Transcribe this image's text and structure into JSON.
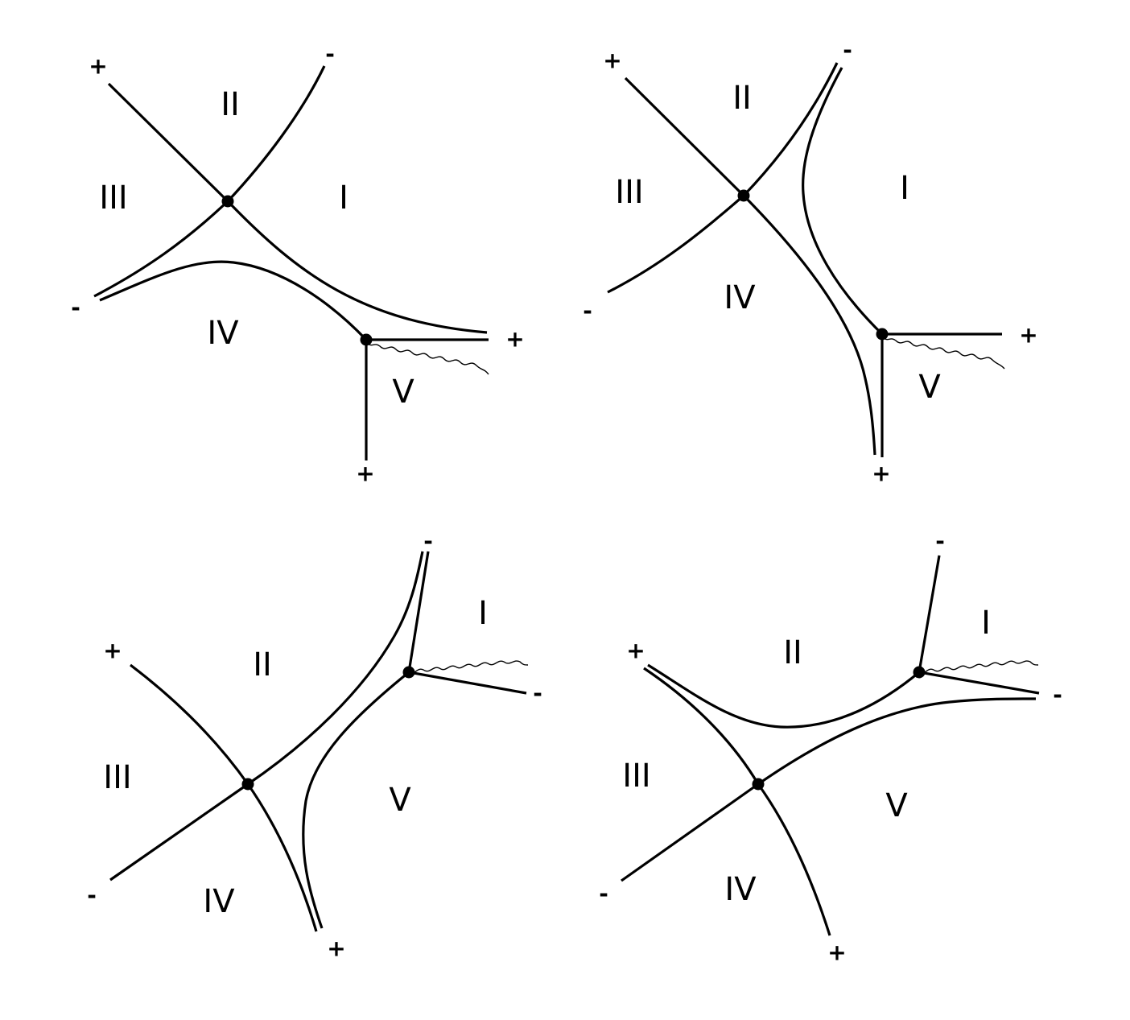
{
  "panels": [
    {
      "id": "top-left",
      "regions": [
        "I",
        "II",
        "III",
        "IV",
        "V"
      ],
      "signs": [
        "+",
        "-",
        "-",
        "+",
        "+"
      ]
    },
    {
      "id": "top-right",
      "regions": [
        "I",
        "II",
        "III",
        "IV",
        "V"
      ],
      "signs": [
        "+",
        "-",
        "-",
        "+",
        "+"
      ]
    },
    {
      "id": "bottom-left",
      "regions": [
        "I",
        "II",
        "III",
        "IV",
        "V"
      ],
      "signs": [
        "+",
        "-",
        "-",
        "+",
        "-"
      ]
    },
    {
      "id": "bottom-right",
      "regions": [
        "I",
        "II",
        "III",
        "IV",
        "V"
      ],
      "signs": [
        "+",
        "-",
        "-",
        "+",
        "-"
      ]
    }
  ]
}
